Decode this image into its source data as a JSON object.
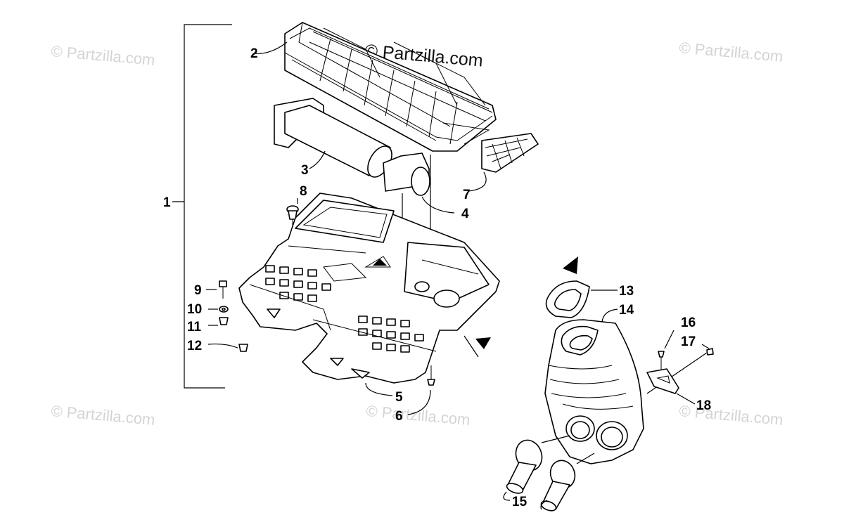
{
  "watermarks": {
    "main": "© Partzilla.com",
    "faded": "© Partzilla.com"
  },
  "callouts": [
    "1",
    "2",
    "3",
    "4",
    "5",
    "6",
    "7",
    "8",
    "9",
    "10",
    "11",
    "12",
    "13",
    "14",
    "15",
    "16",
    "17",
    "18"
  ],
  "colors": {
    "line": "#000000",
    "background": "#ffffff",
    "watermark": "#d4d4d4"
  }
}
